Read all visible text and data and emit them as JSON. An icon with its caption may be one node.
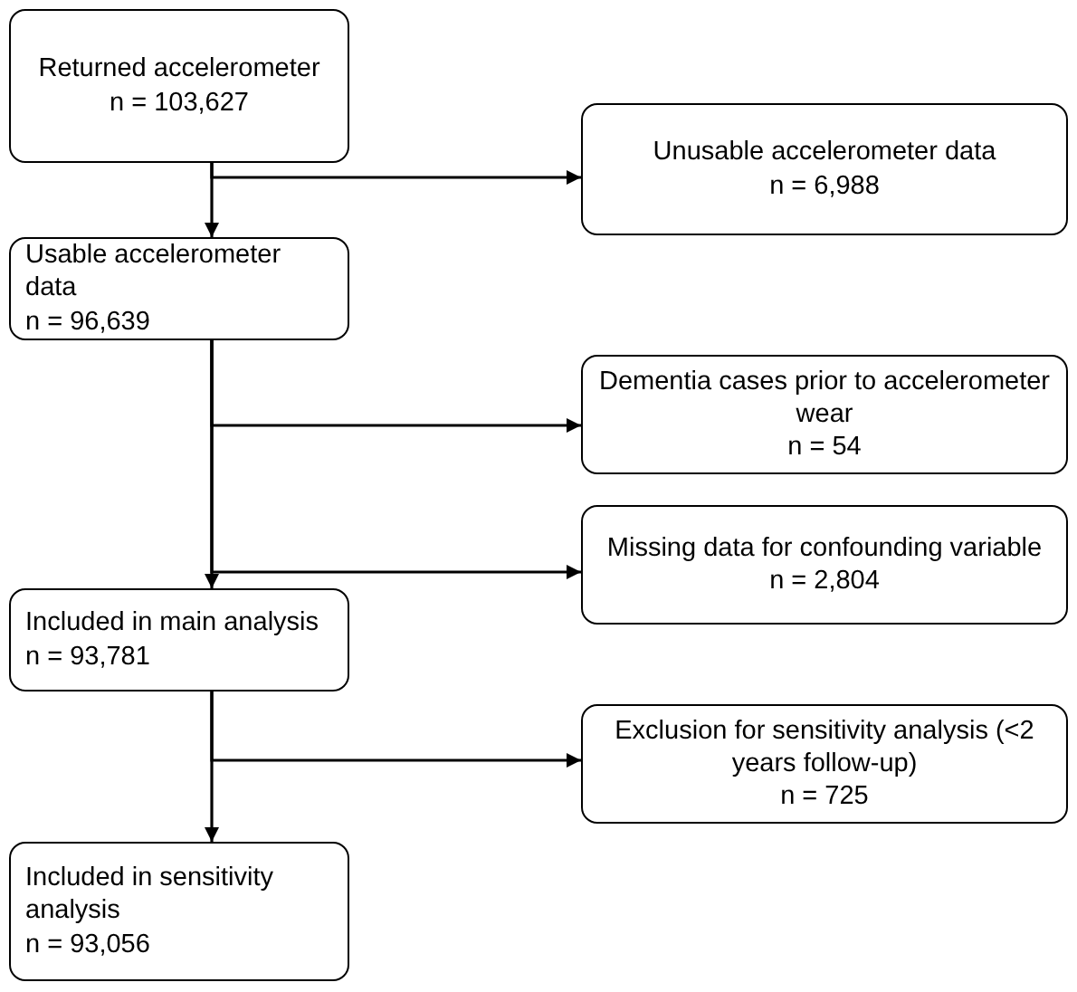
{
  "diagram": {
    "nodes": [
      {
        "text": [
          "Returned accelerometer",
          "n = 103,627"
        ]
      },
      {
        "text": [
          "Unusable accelerometer data",
          "n = 6,988"
        ]
      },
      {
        "text": [
          "Usable accelerometer data",
          "n = 96,639"
        ]
      },
      {
        "text": [
          "Dementia cases prior to accelerometer wear",
          "n = 54"
        ]
      },
      {
        "text": [
          "Missing data for confounding variable",
          "n = 2,804"
        ]
      },
      {
        "text": [
          "Included in main analysis",
          "n = 93,781"
        ]
      },
      {
        "text": [
          "Exclusion for sensitivity analysis (<2 years follow-up)",
          "n = 725"
        ]
      },
      {
        "text": [
          "Included in sensitivity analysis",
          "n = 93,056"
        ]
      }
    ],
    "edges": [
      {
        "from": 0,
        "to": 2,
        "arrow": "to"
      },
      {
        "from": 0,
        "to": 1,
        "arrow": "to"
      },
      {
        "from": 2,
        "to": 3,
        "arrow": "to"
      },
      {
        "from": 2,
        "to": 4,
        "arrow": "to"
      },
      {
        "from": 2,
        "to": 5,
        "arrow": "to"
      },
      {
        "from": 5,
        "to": 6,
        "arrow": "to"
      },
      {
        "from": 5,
        "to": 7,
        "arrow": "to"
      }
    ]
  }
}
